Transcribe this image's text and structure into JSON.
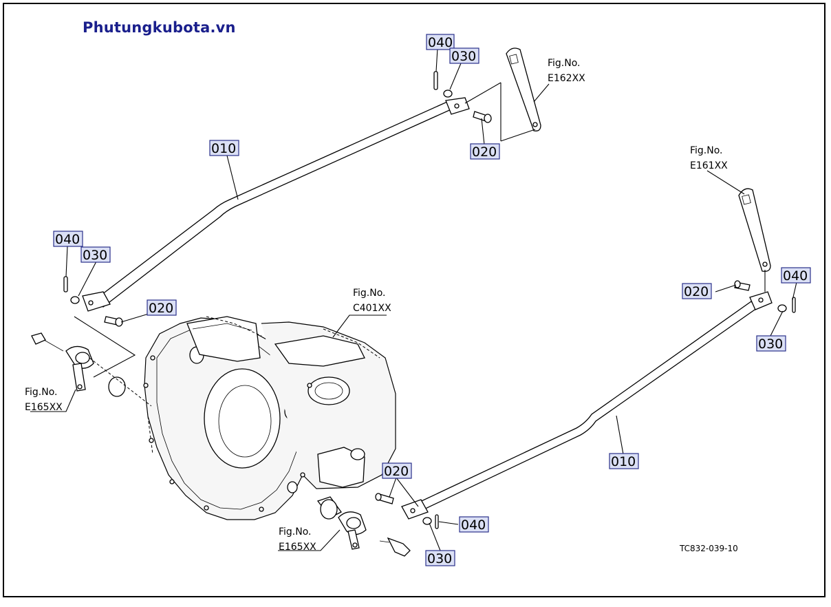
{
  "brand": "Phutungkubota.vn",
  "drawing_ref": "TC832-039-10",
  "colors": {
    "brand": "#1a1f8c",
    "tag_fill": "#dbe0f5",
    "tag_border": "#2a2f8a"
  },
  "tags": {
    "t040_a": "040",
    "t030_a": "030",
    "t020_a": "020",
    "t010_a": "010",
    "t040_b": "040",
    "t030_b": "030",
    "t020_b": "020",
    "t020_c": "020",
    "t040_c": "040",
    "t030_c": "030",
    "t010_c": "010",
    "t020_d": "020",
    "t040_d": "040",
    "t030_d": "030"
  },
  "figs": {
    "e162": {
      "label": "Fig.No.",
      "code": "E162XX"
    },
    "e161": {
      "label": "Fig.No.",
      "code": "E161XX"
    },
    "c401": {
      "label": "Fig.No.",
      "code": "C401XX"
    },
    "e165a": {
      "label": "Fig.No.",
      "code": "E165XX"
    },
    "e165b": {
      "label": "Fig.No.",
      "code": "E165XX"
    }
  }
}
